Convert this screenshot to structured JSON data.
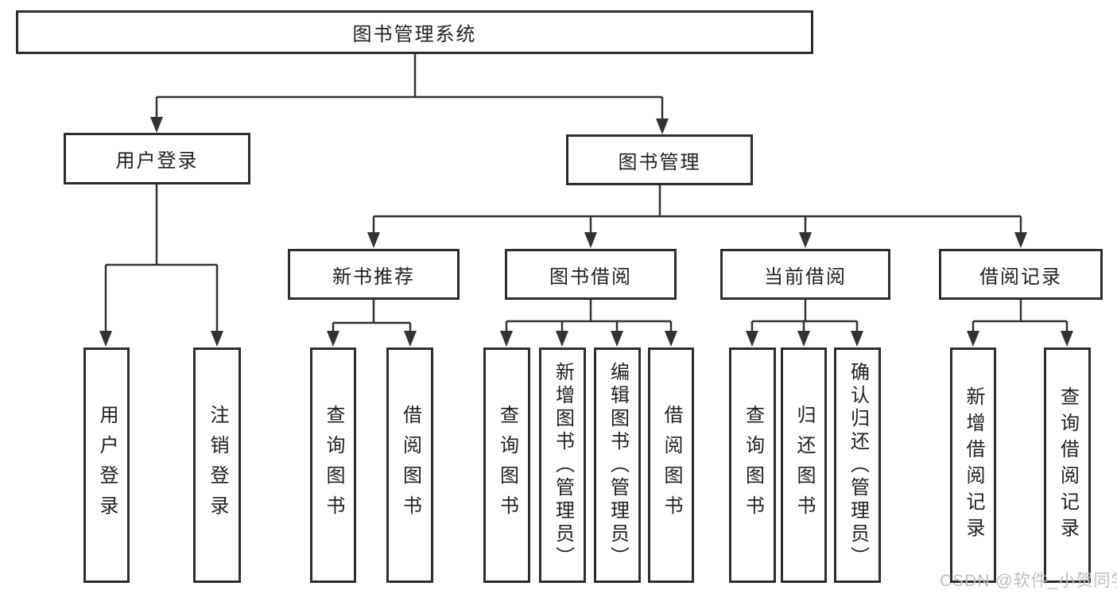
{
  "diagram_title": "图书管理系统",
  "watermark": "CSDN @软件_小贺同学",
  "colors": {
    "line": "#333333",
    "box_border": "#2d2d2d",
    "box_background": "#ffffff",
    "text": "#1f1f1f",
    "watermark": "#bfbfbf",
    "page_background": "#ffffff"
  },
  "tree": {
    "label": "图书管理系统",
    "children": [
      {
        "label": "用户登录",
        "children": [
          {
            "label": "用户登录"
          },
          {
            "label": "注销登录"
          }
        ]
      },
      {
        "label": "图书管理",
        "children": [
          {
            "label": "新书推荐",
            "children": [
              {
                "label": "查询图书"
              },
              {
                "label": "借阅图书"
              }
            ]
          },
          {
            "label": "图书借阅",
            "children": [
              {
                "label": "查询图书"
              },
              {
                "label": "新增图书（管理员）"
              },
              {
                "label": "编辑图书（管理员）"
              },
              {
                "label": "借阅图书"
              }
            ]
          },
          {
            "label": "当前借阅",
            "children": [
              {
                "label": "查询图书"
              },
              {
                "label": "归还图书"
              },
              {
                "label": "确认归还（管理员）"
              }
            ]
          },
          {
            "label": "借阅记录",
            "children": [
              {
                "label": "新增借阅记录"
              },
              {
                "label": "查询借阅记录"
              }
            ]
          }
        ]
      }
    ]
  }
}
